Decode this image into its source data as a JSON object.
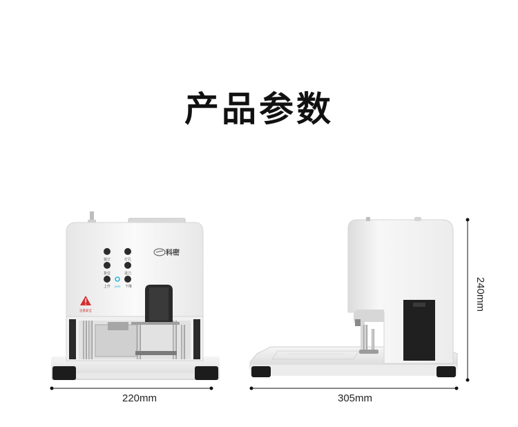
{
  "page": {
    "title": "产品参数"
  },
  "front_view": {
    "brand_name": "科密",
    "warning_text": "注意安全",
    "buttons": {
      "top_left": "装订",
      "top_right": "打孔",
      "mid_left": "复位",
      "mid_right": "退刀",
      "bottom_left": "上升",
      "bottom_center": "auto",
      "bottom_right": "下降"
    },
    "width_label": "220mm"
  },
  "side_view": {
    "width_label": "305mm",
    "height_label": "240mm"
  },
  "colors": {
    "body_white": "#f3f3f3",
    "base_black": "#1c1c1c",
    "dimension_line": "#111111",
    "warning_red": "#d32f2f",
    "indicator_cyan": "#2bb8d8"
  }
}
